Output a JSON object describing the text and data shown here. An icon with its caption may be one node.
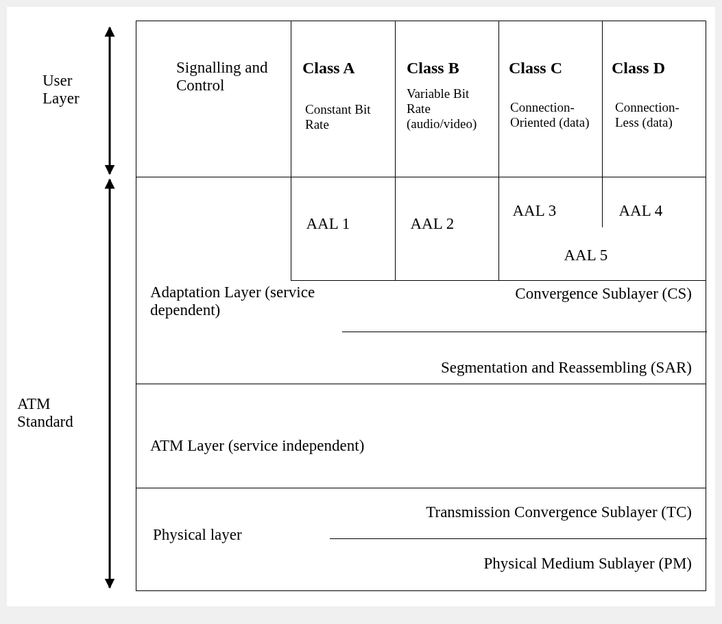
{
  "diagram": {
    "nodes": [
      {
        "text": [
          "Signalling and Control"
        ]
      },
      {
        "text": [
          "Class A",
          "Constant Bit Rate"
        ]
      },
      {
        "text": [
          "Class B",
          "Variable Bit Rate (audio/video)"
        ]
      },
      {
        "text": [
          "Class C",
          "Connection-Oriented (data)"
        ]
      },
      {
        "text": [
          "Class D",
          "Connection-Less (data)"
        ]
      },
      {
        "text": [
          "Adaptation Layer (service dependent)",
          "Convergence Sublayer (CS)",
          "Segmentation and Reassembling (SAR)"
        ]
      },
      {
        "text": [
          "AAL 1"
        ],
        "in": 5
      },
      {
        "text": [
          "AAL 2"
        ],
        "in": 5
      },
      {
        "text": [
          "AAL 3"
        ],
        "in": 5
      },
      {
        "text": [
          "AAL 4"
        ],
        "in": 5
      },
      {
        "text": [
          "AAL 5"
        ],
        "in": 5
      },
      {
        "text": [
          "ATM Layer (service independent)"
        ]
      },
      {
        "text": [
          "Physical layer",
          "Transmission Convergence Sublayer (TC)",
          "Physical Medium Sublayer (PM)"
        ]
      }
    ],
    "edges": [],
    "labels": [
      "User Layer",
      "ATM Standard"
    ]
  }
}
